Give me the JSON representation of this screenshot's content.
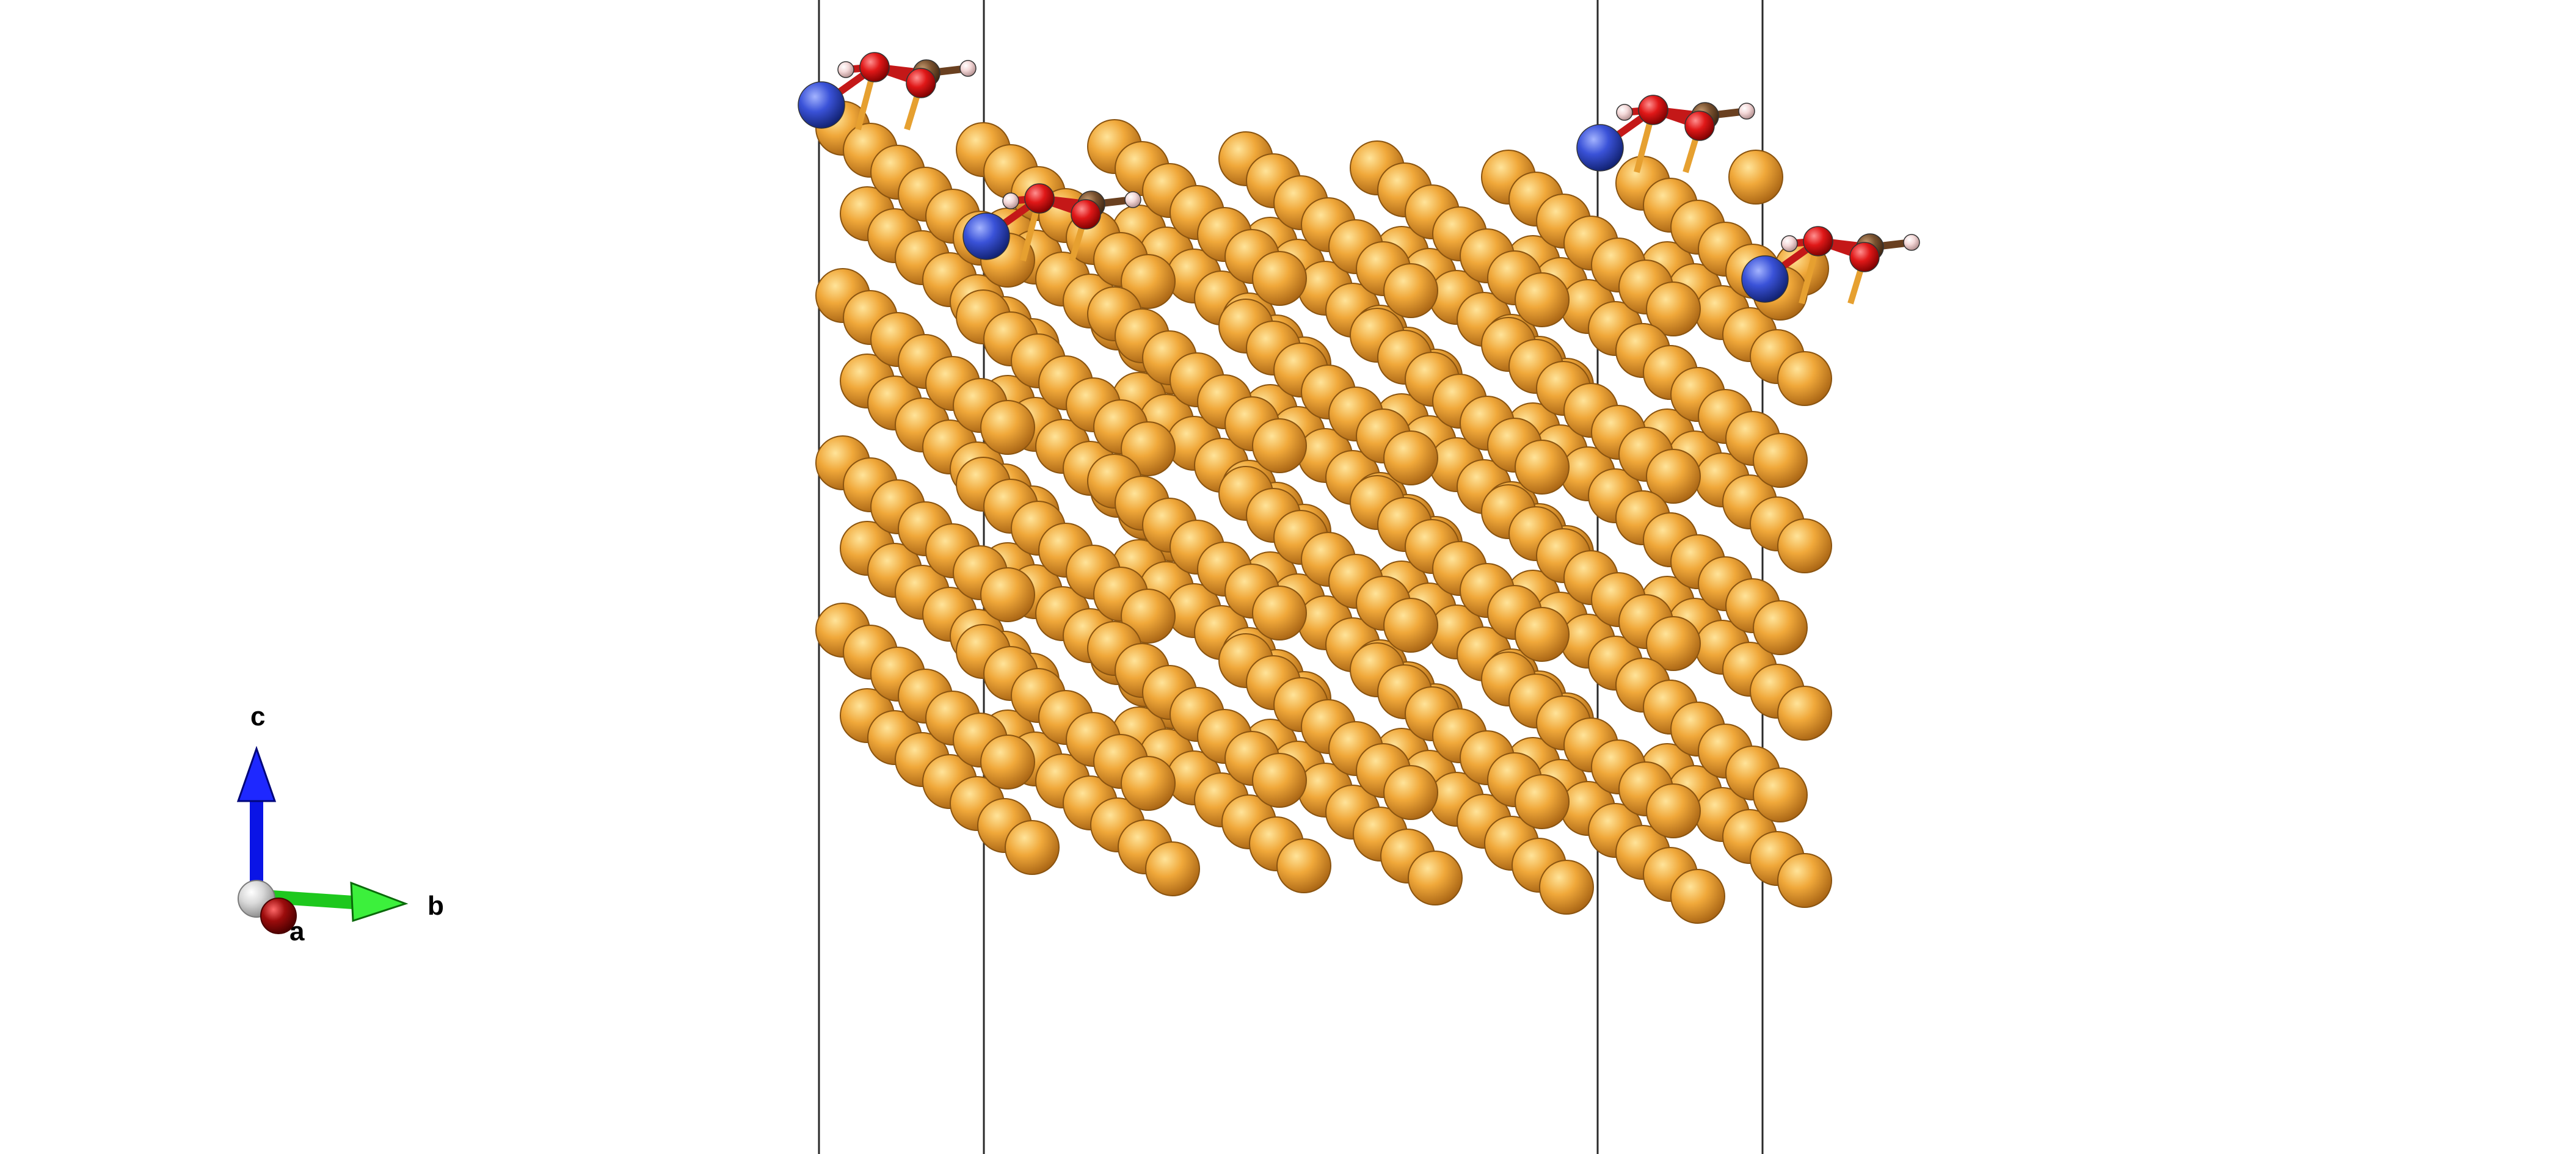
{
  "viewer": {
    "background": "#ffffff",
    "cell_edge_color": "#2a2a2a"
  },
  "axes": {
    "labels": {
      "a": "a",
      "b": "b",
      "c": "c"
    },
    "colors": {
      "a": "#9c0c0c",
      "b": "#1ec81e",
      "c": "#0a14e6",
      "origin": "#d8d8d8"
    }
  },
  "atoms": {
    "gold": {
      "color": "#f0a83a",
      "light": "#ffe49a",
      "dark": "#a86414",
      "count": 320
    },
    "boron_or_nitrogen": {
      "color": "#3a52d8",
      "light": "#a4b4ff",
      "dark": "#10206e"
    },
    "oxygen": {
      "color": "#e01818",
      "light": "#ff9090",
      "dark": "#7a0000"
    },
    "carbon": {
      "color": "#7a5230",
      "light": "#c49a70",
      "dark": "#3c2410"
    },
    "hydrogen": {
      "color": "#f4d8d8",
      "light": "#ffffff",
      "dark": "#b08c8c"
    }
  },
  "adsorbates": {
    "count": 4,
    "atoms_each": [
      "N",
      "O",
      "O",
      "C",
      "H",
      "H"
    ]
  }
}
